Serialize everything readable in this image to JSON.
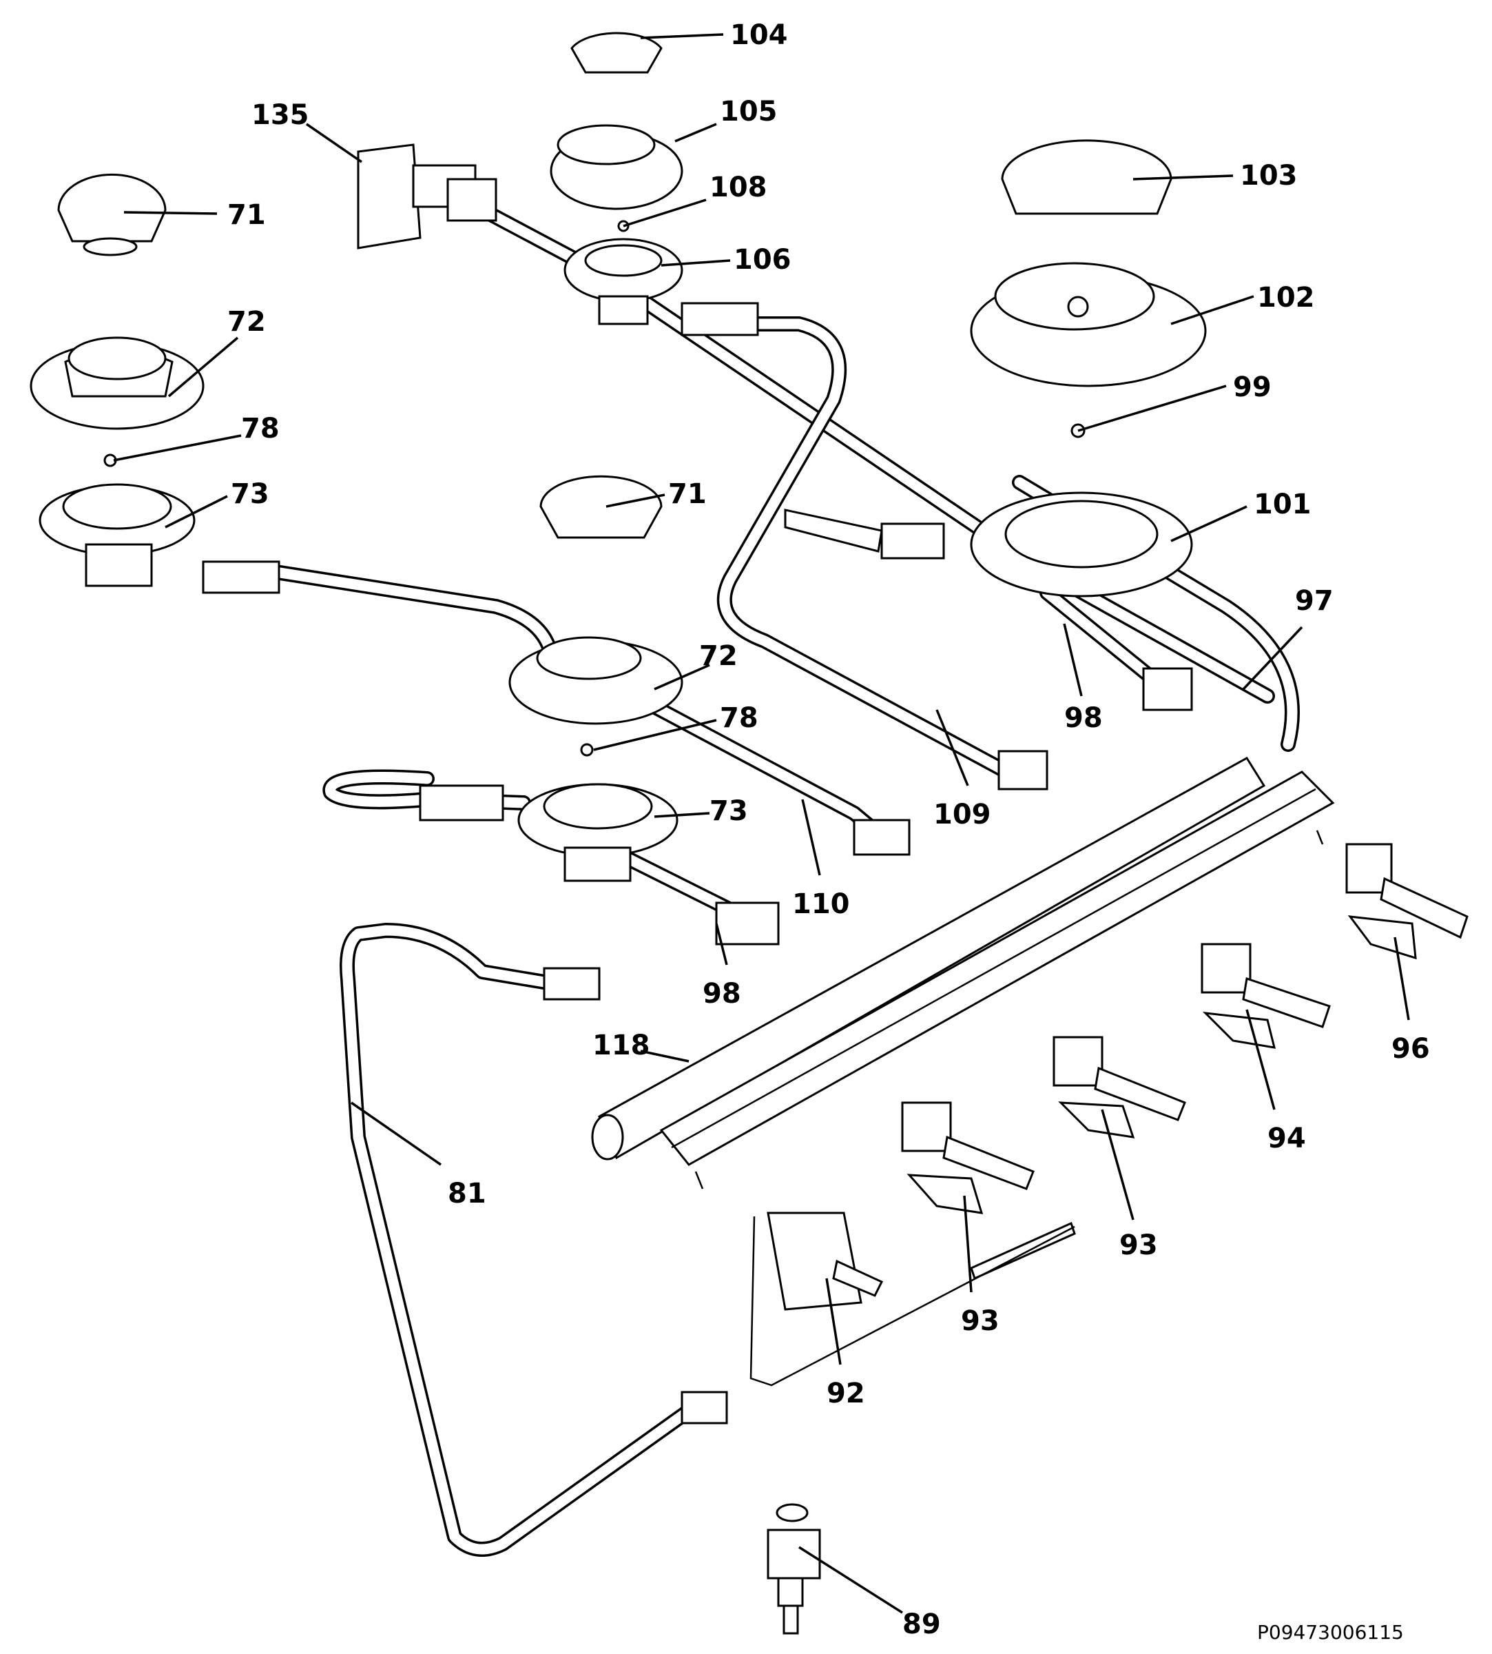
{
  "figure": {
    "code": "P09473006115"
  },
  "callouts": [
    {
      "id": "c104a",
      "label": "104"
    },
    {
      "id": "c105",
      "label": "105"
    },
    {
      "id": "c135",
      "label": "135"
    },
    {
      "id": "c108",
      "label": "108"
    },
    {
      "id": "c106",
      "label": "106"
    },
    {
      "id": "c103",
      "label": "103"
    },
    {
      "id": "c71a",
      "label": "71"
    },
    {
      "id": "c72a",
      "label": "72"
    },
    {
      "id": "c102",
      "label": "102"
    },
    {
      "id": "c99",
      "label": "99"
    },
    {
      "id": "c78a",
      "label": "78"
    },
    {
      "id": "c73a",
      "label": "73"
    },
    {
      "id": "c71b",
      "label": "71"
    },
    {
      "id": "c101",
      "label": "101"
    },
    {
      "id": "c97",
      "label": "97"
    },
    {
      "id": "c72b",
      "label": "72"
    },
    {
      "id": "c98a",
      "label": "98"
    },
    {
      "id": "c78b",
      "label": "78"
    },
    {
      "id": "c73b",
      "label": "73"
    },
    {
      "id": "c109",
      "label": "109"
    },
    {
      "id": "c110",
      "label": "110"
    },
    {
      "id": "c98b",
      "label": "98"
    },
    {
      "id": "c96",
      "label": "96"
    },
    {
      "id": "c118",
      "label": "118"
    },
    {
      "id": "c94",
      "label": "94"
    },
    {
      "id": "c81",
      "label": "81"
    },
    {
      "id": "c93a",
      "label": "93"
    },
    {
      "id": "c93b",
      "label": "93"
    },
    {
      "id": "c92",
      "label": "92"
    },
    {
      "id": "c89",
      "label": "89"
    }
  ]
}
